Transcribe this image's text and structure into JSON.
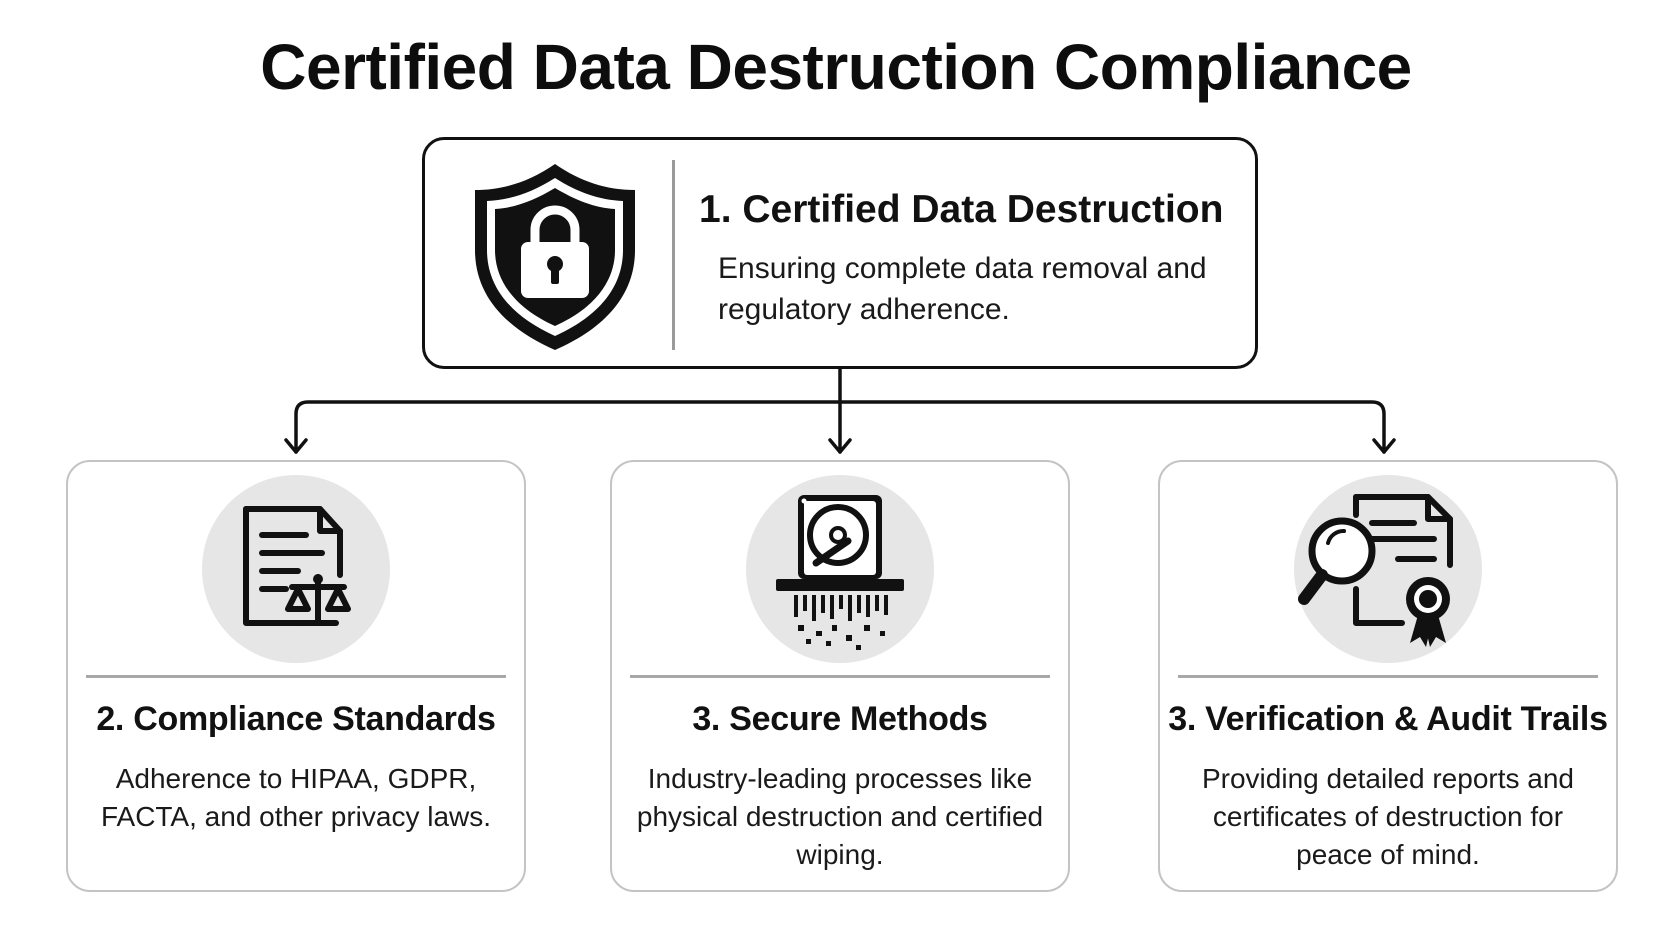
{
  "title": "Certified Data Destruction Compliance",
  "top": {
    "title": "1. Certified Data Destruction",
    "description": "Ensuring complete data removal and regulatory adherence.",
    "icon": "shield-lock-icon"
  },
  "cards": [
    {
      "title": "2. Compliance Standards",
      "description": "Adherence to HIPAA, GDPR, FACTA, and other privacy laws.",
      "icon": "legal-document-scales-icon"
    },
    {
      "title": "3. Secure Methods",
      "description": "Industry-leading processes like physical destruction and certified wiping.",
      "icon": "hard-drive-shredder-icon"
    },
    {
      "title": "3. Verification & Audit Trails",
      "description": "Providing detailed reports and certificates of destruction for peace of mind.",
      "icon": "certificate-magnifier-icon"
    }
  ],
  "colors": {
    "ink": "#111111",
    "icon_background": "#e6e6e6",
    "card_border": "#c4c4c4"
  }
}
